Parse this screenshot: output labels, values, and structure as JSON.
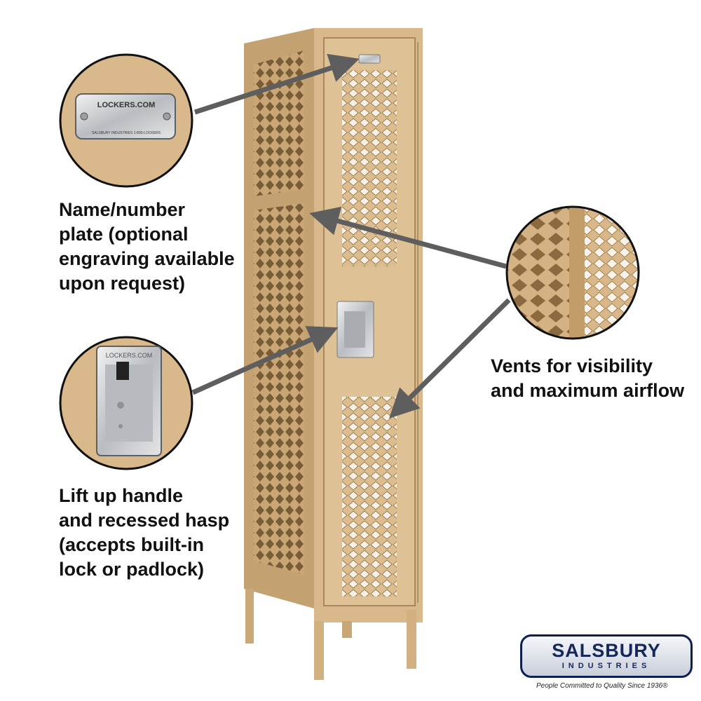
{
  "callouts": {
    "name_plate": "Name/number\nplate (optional\nengraving available\nupon request)",
    "handle": "Lift up handle\nand recessed hasp\n(accepts built-in\nlock or padlock)",
    "vents": "Vents for visibility\nand maximum airflow"
  },
  "plate_detail": {
    "top_text": "LOCKERS.COM",
    "bottom_text": "SALSBURY INDUSTRIES   1-800-LOCKERS"
  },
  "handle_detail": {
    "stamp_text": "LOCKERS.COM"
  },
  "brand": {
    "name": "SALSBURY",
    "subname": "INDUSTRIES",
    "tagline": "People Committed to Quality Since 1936®"
  },
  "colors": {
    "locker_tan": "#d9b98c",
    "locker_shadow": "#b99668",
    "arrow_gray": "#5e5e5e",
    "brand_navy": "#16275a"
  }
}
